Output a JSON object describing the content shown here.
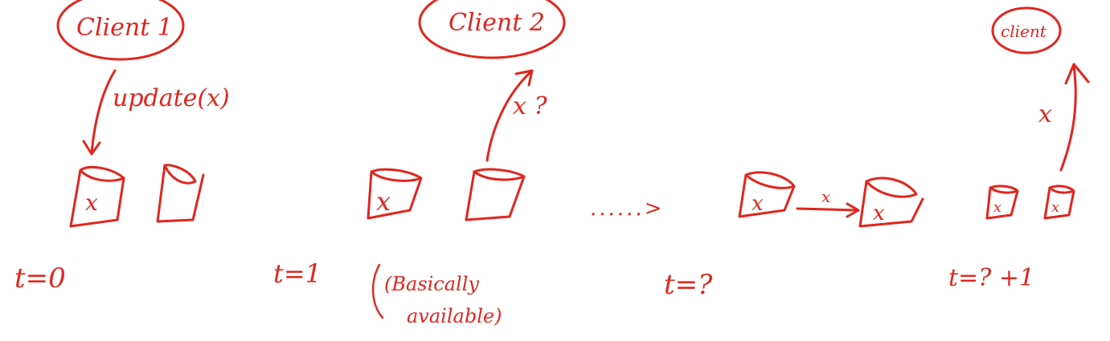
{
  "ink_color": "#e0261f",
  "clients": {
    "client1": "Client 1",
    "client2": "Client 2",
    "client3": "client"
  },
  "labels": {
    "update": "update(x)",
    "query": "x ?",
    "transfer": "x",
    "read": "x",
    "replica_value": "x",
    "dots": "......>",
    "basically": "(Basically",
    "available": "available)"
  },
  "times": {
    "t0": "t=0",
    "t1": "t=1",
    "t_unknown": "t=?",
    "t_next": "t=? +1"
  }
}
